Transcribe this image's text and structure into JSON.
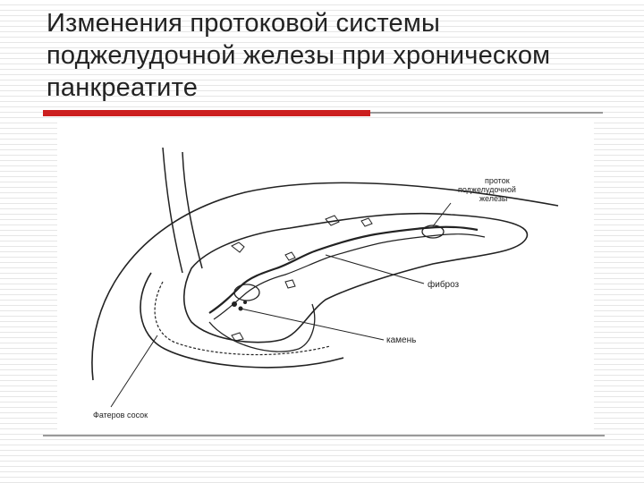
{
  "slide": {
    "title_lines": [
      "Изменения протоковой системы",
      "поджелудочной железы при хроническом",
      "панкреатите"
    ]
  },
  "figure": {
    "labels": {
      "duct_line1": "проток",
      "duct_line2": "поджелудочной",
      "duct_line3": "железы",
      "fibrosis": "фиброз",
      "stone": "камень",
      "papilla": "Фатеров сосок"
    }
  },
  "colors": {
    "accent": "#cc1f1f",
    "rule": "#9a9a9a",
    "text": "#222222"
  }
}
